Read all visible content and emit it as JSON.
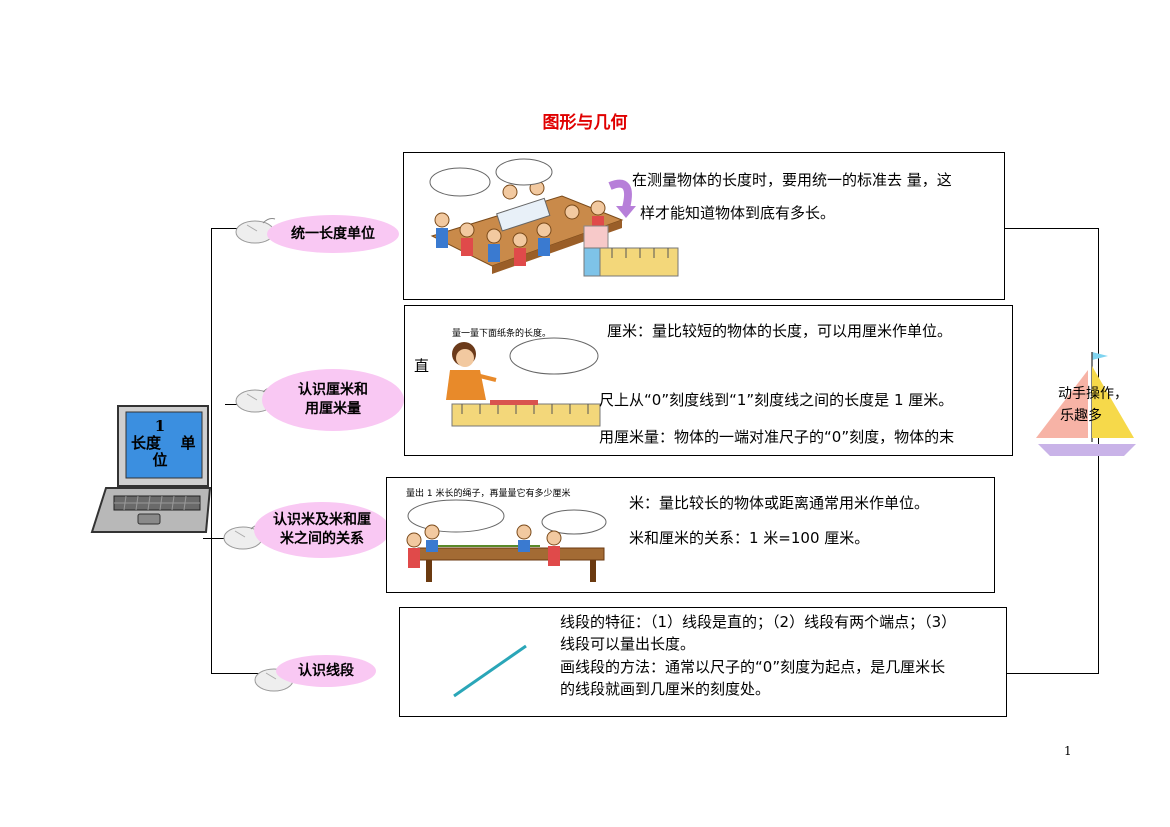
{
  "title": "图形与几何",
  "center": {
    "line1": "1",
    "line2a": "长度",
    "line2b": "单",
    "line3": "位"
  },
  "branches": [
    {
      "label": "统一长度单位",
      "text_lines": [
        "在测量物体的长度时，要用统一的标准去 量，这",
        "样才能知道物体到底有多长。"
      ]
    },
    {
      "label_l1": "认识厘米和",
      "label_l2": "用厘米量",
      "side_char": "直",
      "bubble": "量一量下面纸条的长度。",
      "text_lines": [
        "厘米：量比较短的物体的长度，可以用厘米作单位。",
        "尺上从“0”刻度线到“1”刻度线之间的长度是 1 厘米。",
        "用厘米量：物体的一端对准尺子的“0”刻度，物体的末"
      ]
    },
    {
      "label_l1": "认识米及米和厘",
      "label_l2": "米之间的关系",
      "caption": "量出 1 米长的绳子，再量量它有多少厘米",
      "text_lines": [
        "米：量比较长的物体或距离通常用米作单位。",
        "米和厘米的关系：1 米=100 厘米。"
      ]
    },
    {
      "label": "认识线段",
      "text_lines": [
        "线段的特征：（1）线段是直的；（2）线段有两个端点；（3）",
        "线段可以量出长度。",
        "画线段的方法：通常以尺子的“0”刻度为起点，是几厘米长",
        "的线段就画到几厘米的刻度处。"
      ]
    }
  ],
  "sail": {
    "line1": "动手操作，",
    "line2": "乐趣多"
  },
  "page_number": "1",
  "colors": {
    "title": "#e00000",
    "pill": "#f9c8f3",
    "screen": "#3b8fe0"
  }
}
